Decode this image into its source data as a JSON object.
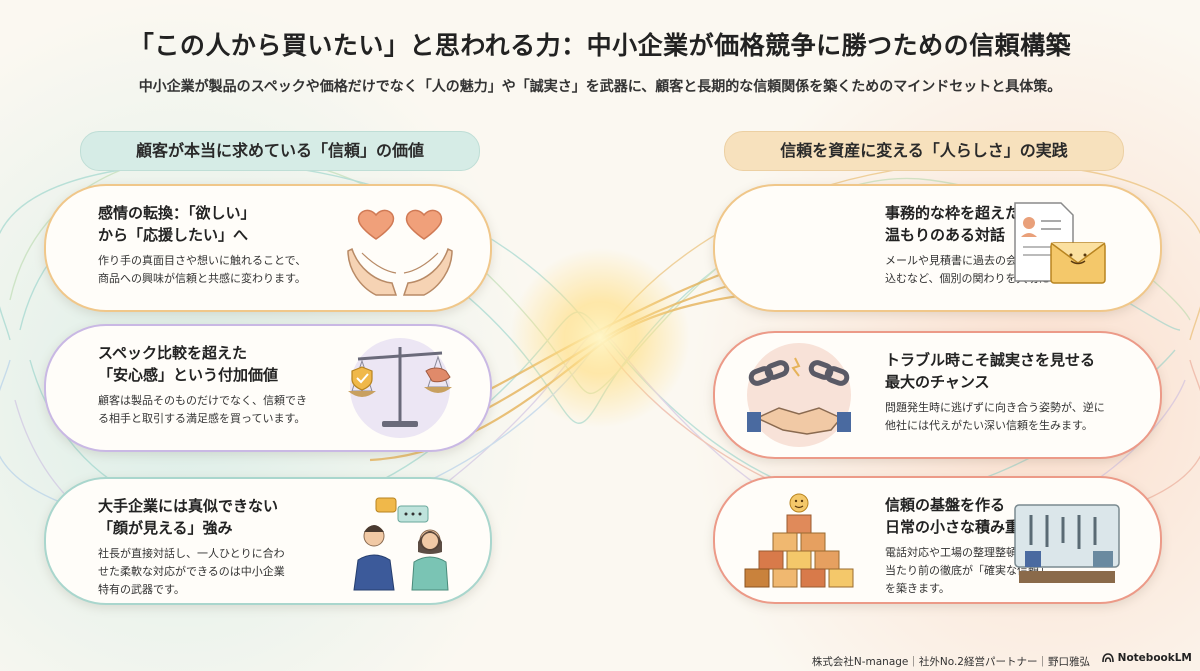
{
  "header": {
    "title": "「この人から買いたい」と思われる力：中小企業が価格競争に勝つための信頼構築",
    "subtitle": "中小企業が製品のスペックや価格だけでなく「人の魅力」や「誠実さ」を武器に、顧客と長期的な信頼関係を築くためのマインドセットと具体策。"
  },
  "left": {
    "heading": "顧客が本当に求めている「信頼」の価値",
    "cards": [
      {
        "title1": "感情の転換：「欲しい」",
        "title2": "から「応援したい」へ",
        "desc1": "作り手の真面目さや想いに触れることで、",
        "desc2": "商品への興味が信頼と共感に変わります。",
        "desc3": "",
        "icon": "hands-hearts-icon"
      },
      {
        "title1": "スペック比較を超えた",
        "title2": "「安心感」という付加価値",
        "desc1": "顧客は製品そのものだけでなく、信頼でき",
        "desc2": "る相手と取引する満足感を買っています。",
        "desc3": "",
        "icon": "balance-scale-icon"
      },
      {
        "title1": "大手企業には真似できない",
        "title2": "「顔が見える」強み",
        "desc1": "社長が直接対話し、一人ひとりに合わ",
        "desc2": "せた柔軟な対応ができるのは中小企業",
        "desc3": "特有の武器です。",
        "icon": "conversation-people-icon"
      }
    ]
  },
  "right": {
    "heading": "信頼を資産に変える「人らしさ」の実践",
    "cards": [
      {
        "title1": "事務的な枠を超えた",
        "title2": "温もりのある対話",
        "desc1": "メールや見積書に過去の会話内容を盛り",
        "desc2": "込むなど、個別の関わりを大切にします。",
        "desc3": "",
        "icon": "document-envelope-icon"
      },
      {
        "title1": "トラブル時こそ誠実さを見せる",
        "title2": "最大のチャンス",
        "desc1": "問題発生時に逃げずに向き合う姿勢が、逆に",
        "desc2": "他社には代えがたい深い信頼を生みます。",
        "desc3": "",
        "icon": "chain-handshake-icon"
      },
      {
        "title1": "信頼の基盤を作る",
        "title2": "日常の小さな積み重ね",
        "desc1": "電話対応や工場の整理整頓など、",
        "desc2": "当たり前の徹底が「確実な信頼」",
        "desc3": "を築きます。",
        "icon": "stacked-blocks-tools-icon"
      }
    ]
  },
  "footer": {
    "credit": "株式会社N-manage｜社外No.2経営パートナー｜野口雅弘",
    "badge": "NotebookLM"
  },
  "colors": {
    "teal": "#8ccfc6",
    "gold": "#e6b35a",
    "coral": "#e8a08c",
    "lavender": "#c8b8e0"
  }
}
